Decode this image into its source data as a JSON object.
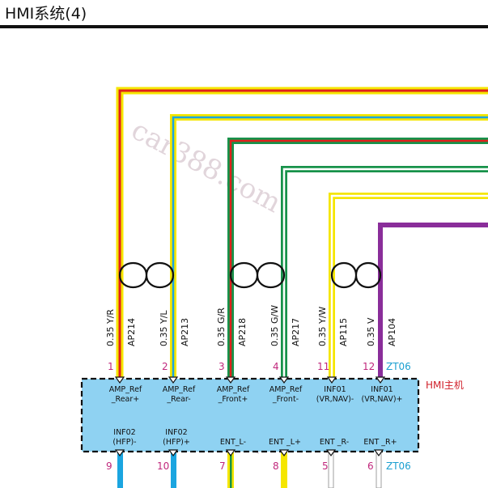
{
  "title": "HMI系统(4)",
  "module": {
    "label": "HMI主机",
    "connector_id_top": "ZT06",
    "connector_id_bottom": "ZT06"
  },
  "top_pins": [
    {
      "num": "1",
      "wire": "0.35 Y/R",
      "circuit": "AP214",
      "sig1": "AMP_Ref",
      "sig2": "_Rear+"
    },
    {
      "num": "2",
      "wire": "0.35 Y/L",
      "circuit": "AP213",
      "sig1": "AMP_Ref",
      "sig2": "_Rear-"
    },
    {
      "num": "3",
      "wire": "0.35 G/R",
      "circuit": "AP218",
      "sig1": "AMP_Ref",
      "sig2": "_Front+"
    },
    {
      "num": "4",
      "wire": "0.35 G/W",
      "circuit": "AP217",
      "sig1": "AMP_Ref",
      "sig2": "_Front-"
    },
    {
      "num": "11",
      "wire": "0.35 Y/W",
      "circuit": "AP115",
      "sig1": "INF01",
      "sig2": "(VR,NAV)-"
    },
    {
      "num": "12",
      "wire": "0.35 V",
      "circuit": "AP104",
      "sig1": "INF01",
      "sig2": "(VR,NAV)+"
    }
  ],
  "bottom_pins": [
    {
      "num": "9",
      "sig1": "INF02",
      "sig2": "(HFP)-"
    },
    {
      "num": "10",
      "sig1": "INF02",
      "sig2": "(HFP)+"
    },
    {
      "num": "7",
      "sig1": "ENT_L-"
    },
    {
      "num": "8",
      "sig1": "ENT _L+"
    },
    {
      "num": "5",
      "sig1": "ENT _R-"
    },
    {
      "num": "6",
      "sig1": "ENT _R+"
    }
  ],
  "watermark": {
    "text": "car388.com"
  },
  "colors": {
    "yellow": "#f5e600",
    "red": "#e0201c",
    "green": "#17924a",
    "white": "#ffffff",
    "violet": "#8a2d9a",
    "blue": "#1ba5e0",
    "module_fill": "#8fd2f2"
  }
}
